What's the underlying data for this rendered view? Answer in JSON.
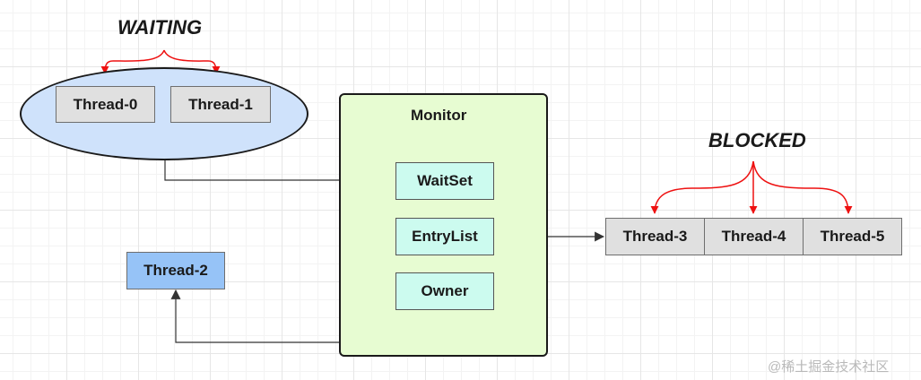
{
  "states": {
    "waiting": "WAITING",
    "blocked": "BLOCKED"
  },
  "monitor": {
    "title": "Monitor",
    "wait_set": "WaitSet",
    "entry_list": "EntryList",
    "owner": "Owner"
  },
  "waiting_threads": [
    "Thread-0",
    "Thread-1"
  ],
  "blocked_threads": [
    "Thread-3",
    "Thread-4",
    "Thread-5"
  ],
  "owner_thread": "Thread-2",
  "watermark": "@稀土掘金技术社区",
  "colors": {
    "wait_set_fill": "#cfe2fb",
    "monitor_fill": "#e7fcd2",
    "monitor_item_fill": "#ccfbef",
    "thread_fill": "#e0e0e0",
    "owner_thread_fill": "#96c3f7",
    "state_arrow": "#ee1111",
    "connector": "#333333"
  }
}
